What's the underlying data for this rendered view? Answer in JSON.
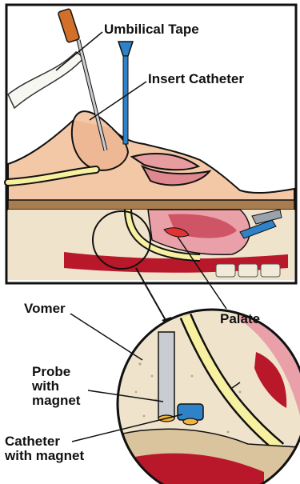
{
  "labels": {
    "umbilical_tape": "Umbilical Tape",
    "insert_catheter": "Insert Catheter",
    "vomer": "Vomer",
    "palate": "Palate",
    "probe_line1": "Probe",
    "probe_line2": "with",
    "probe_line3": "magnet",
    "catheter_line1": "Catheter",
    "catheter_line2": "with magnet"
  },
  "colors": {
    "skin": "#f3c8a6",
    "skin_shade": "#e8a98a",
    "bone": "#efe3cc",
    "tissue_red": "#b8182a",
    "tissue_pink": "#e9a0a8",
    "tape_yellow": "#f7f0a0",
    "catheter_blue": "#2f82c8",
    "probe_gray": "#c9ccd0",
    "probe_tip": "#f0b43a",
    "outline": "#111111"
  }
}
